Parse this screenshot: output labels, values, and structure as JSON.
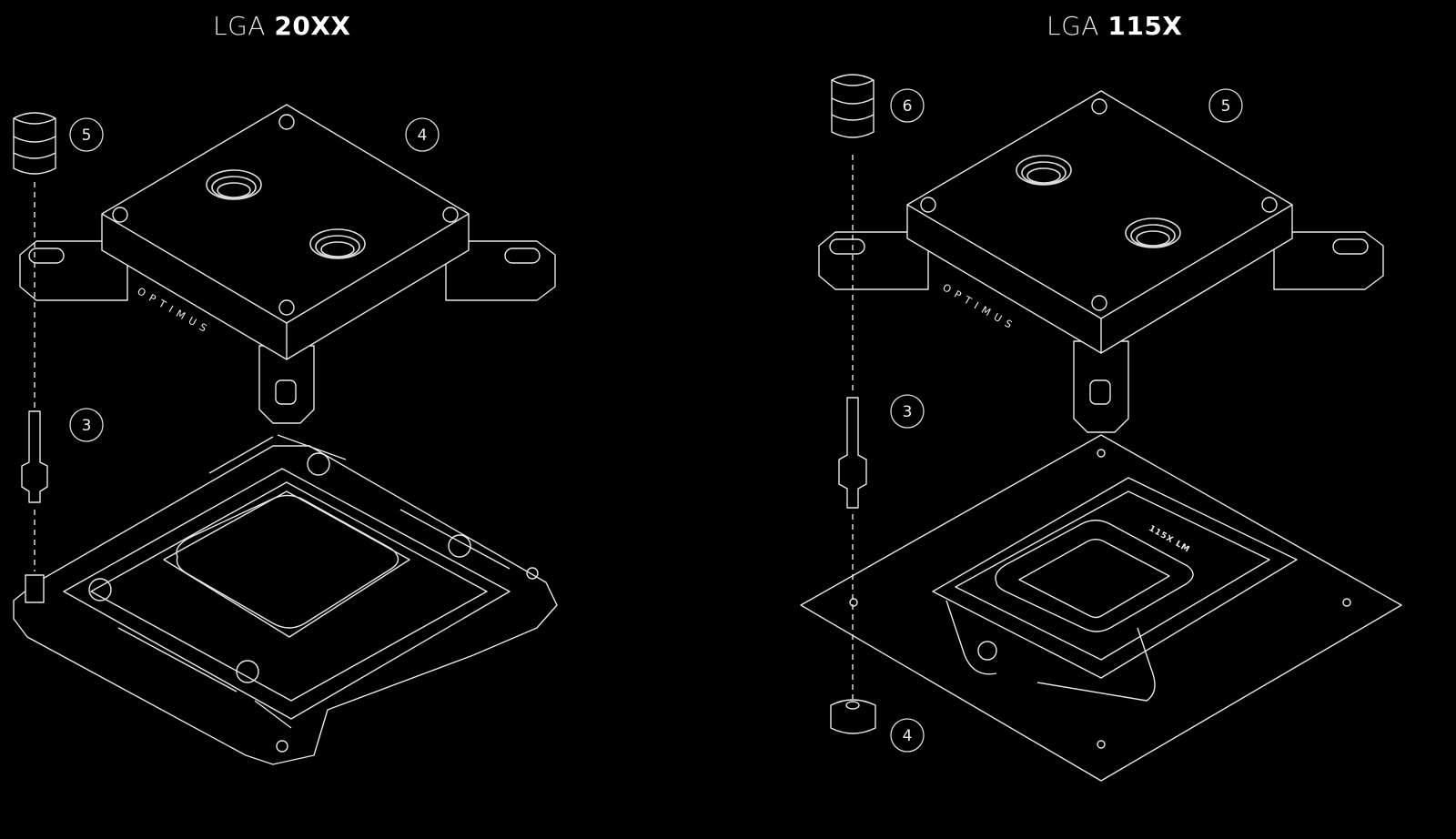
{
  "panels": [
    {
      "title_prefix": "LGA",
      "title_model": "20XX",
      "brand_text": "OPTIMUS",
      "callouts": [
        "5",
        "4",
        "3"
      ]
    },
    {
      "title_prefix": "LGA",
      "title_model": "115X",
      "brand_text": "OPTIMUS",
      "socket_label": "115X LM",
      "callouts": [
        "6",
        "5",
        "3",
        "4"
      ]
    }
  ],
  "colors": {
    "background": "#000000",
    "line": "#e8e8e8"
  }
}
